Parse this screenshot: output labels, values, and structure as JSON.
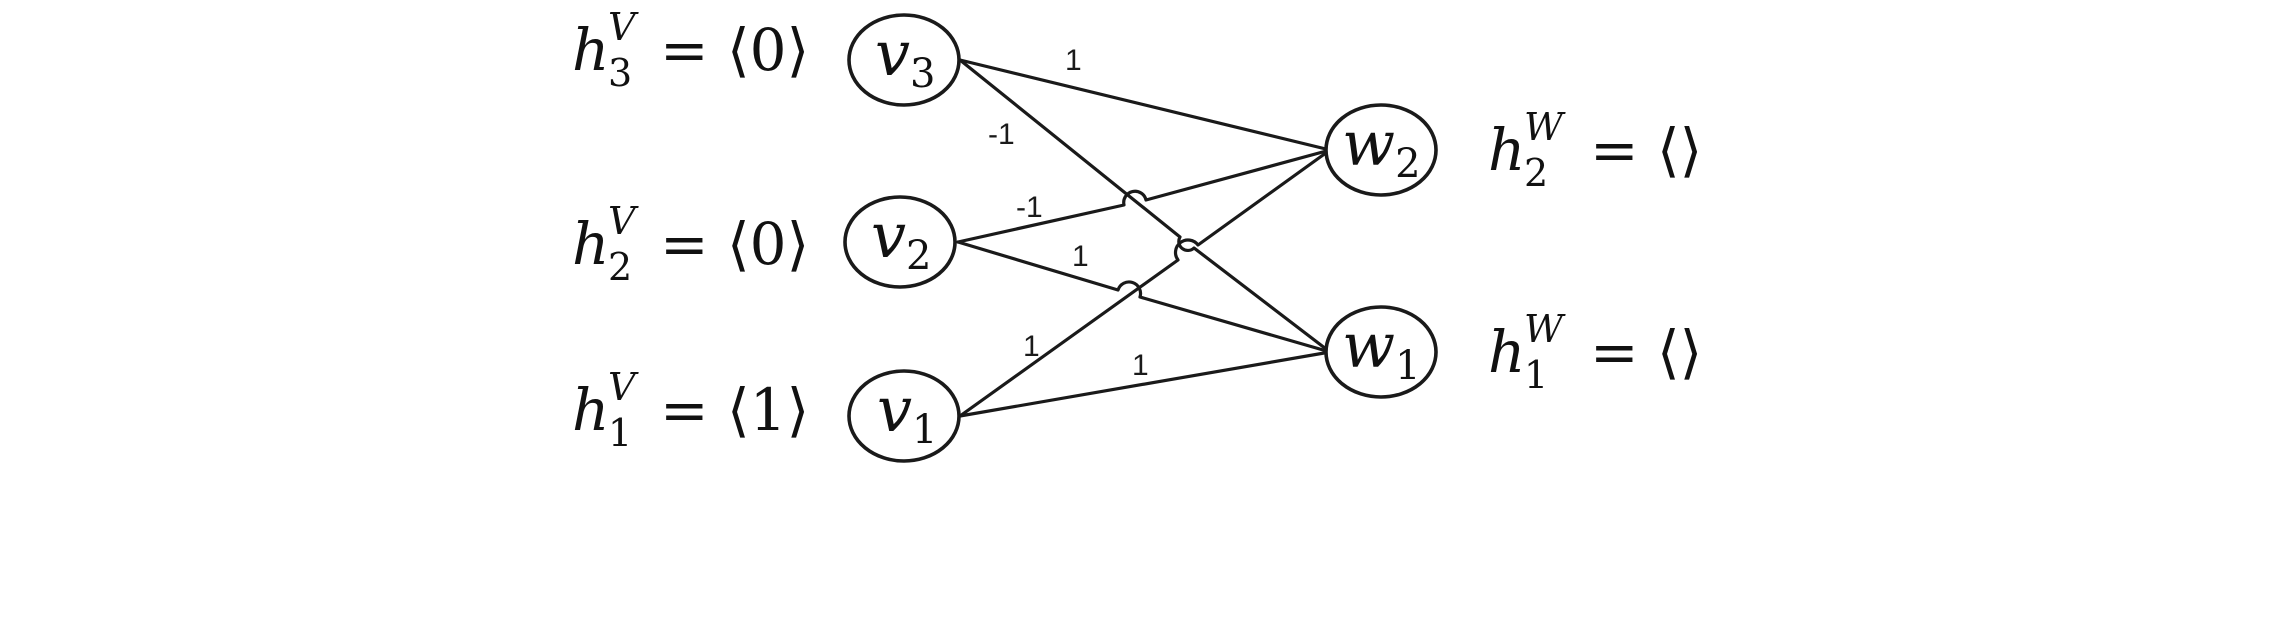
{
  "nodes": {
    "v3": {
      "main": "v",
      "sub": "3"
    },
    "v2": {
      "main": "v",
      "sub": "2"
    },
    "v1": {
      "main": "v",
      "sub": "1"
    },
    "w2": {
      "main": "w",
      "sub": "2"
    },
    "w1": {
      "main": "w",
      "sub": "1"
    }
  },
  "edges": {
    "v3_w2": "1",
    "v3_w1": "-1",
    "v2_w2": "-1",
    "v2_w1": "1",
    "v1_w2": "1",
    "v1_w1": "1"
  },
  "labels": {
    "h3V": {
      "var": "h",
      "sup": "V",
      "sub": "3",
      "rest": "= ⟨0⟩"
    },
    "h2V": {
      "var": "h",
      "sup": "V",
      "sub": "2",
      "rest": "= ⟨0⟩"
    },
    "h1V": {
      "var": "h",
      "sup": "V",
      "sub": "1",
      "rest": "= ⟨1⟩"
    },
    "h2W": {
      "var": "h",
      "sup": "W",
      "sub": "2",
      "rest": "= ⟨⟩"
    },
    "h1W": {
      "var": "h",
      "sup": "W",
      "sub": "1",
      "rest": "= ⟨⟩"
    }
  }
}
